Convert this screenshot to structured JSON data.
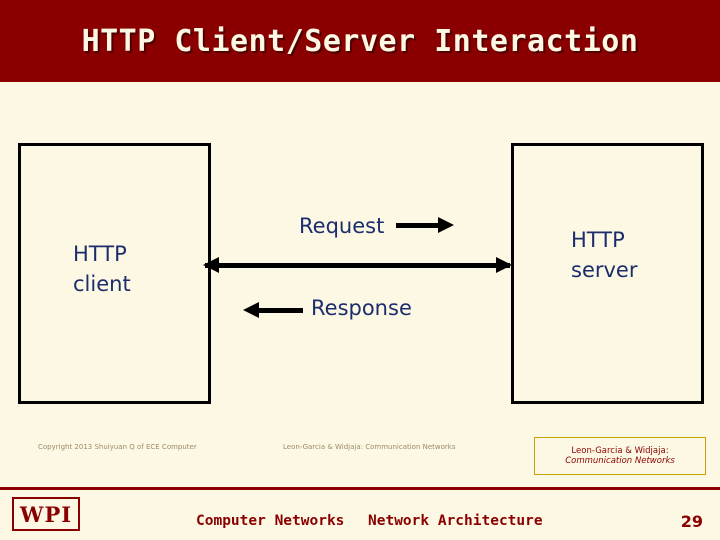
{
  "slide": {
    "title": "HTTP Client/Server Interaction",
    "theme": {
      "title_bar_color": "#8a0000",
      "background_color": "#fdf8e3",
      "diagram_text_color": "#1c2d6e",
      "accent_color": "#8a0000",
      "credit_border_color": "#c8a200"
    }
  },
  "diagram": {
    "client_box_label": "HTTP\nclient",
    "server_box_label": "HTTP\nserver",
    "request_label": "Request",
    "response_label": "Response"
  },
  "fineprint": {
    "left": "Copyright 2013 Shuiyuan Q of ECE Computer",
    "center": "Leon-Garcia & Widjaja: Communication Networks"
  },
  "credit": {
    "line1": "Leon-Garcia & Widjaja:",
    "line2": "Communication Networks"
  },
  "footer": {
    "logo_text": "WPI",
    "course": "Computer Networks",
    "topic": "Network Architecture",
    "slide_number": "29"
  }
}
